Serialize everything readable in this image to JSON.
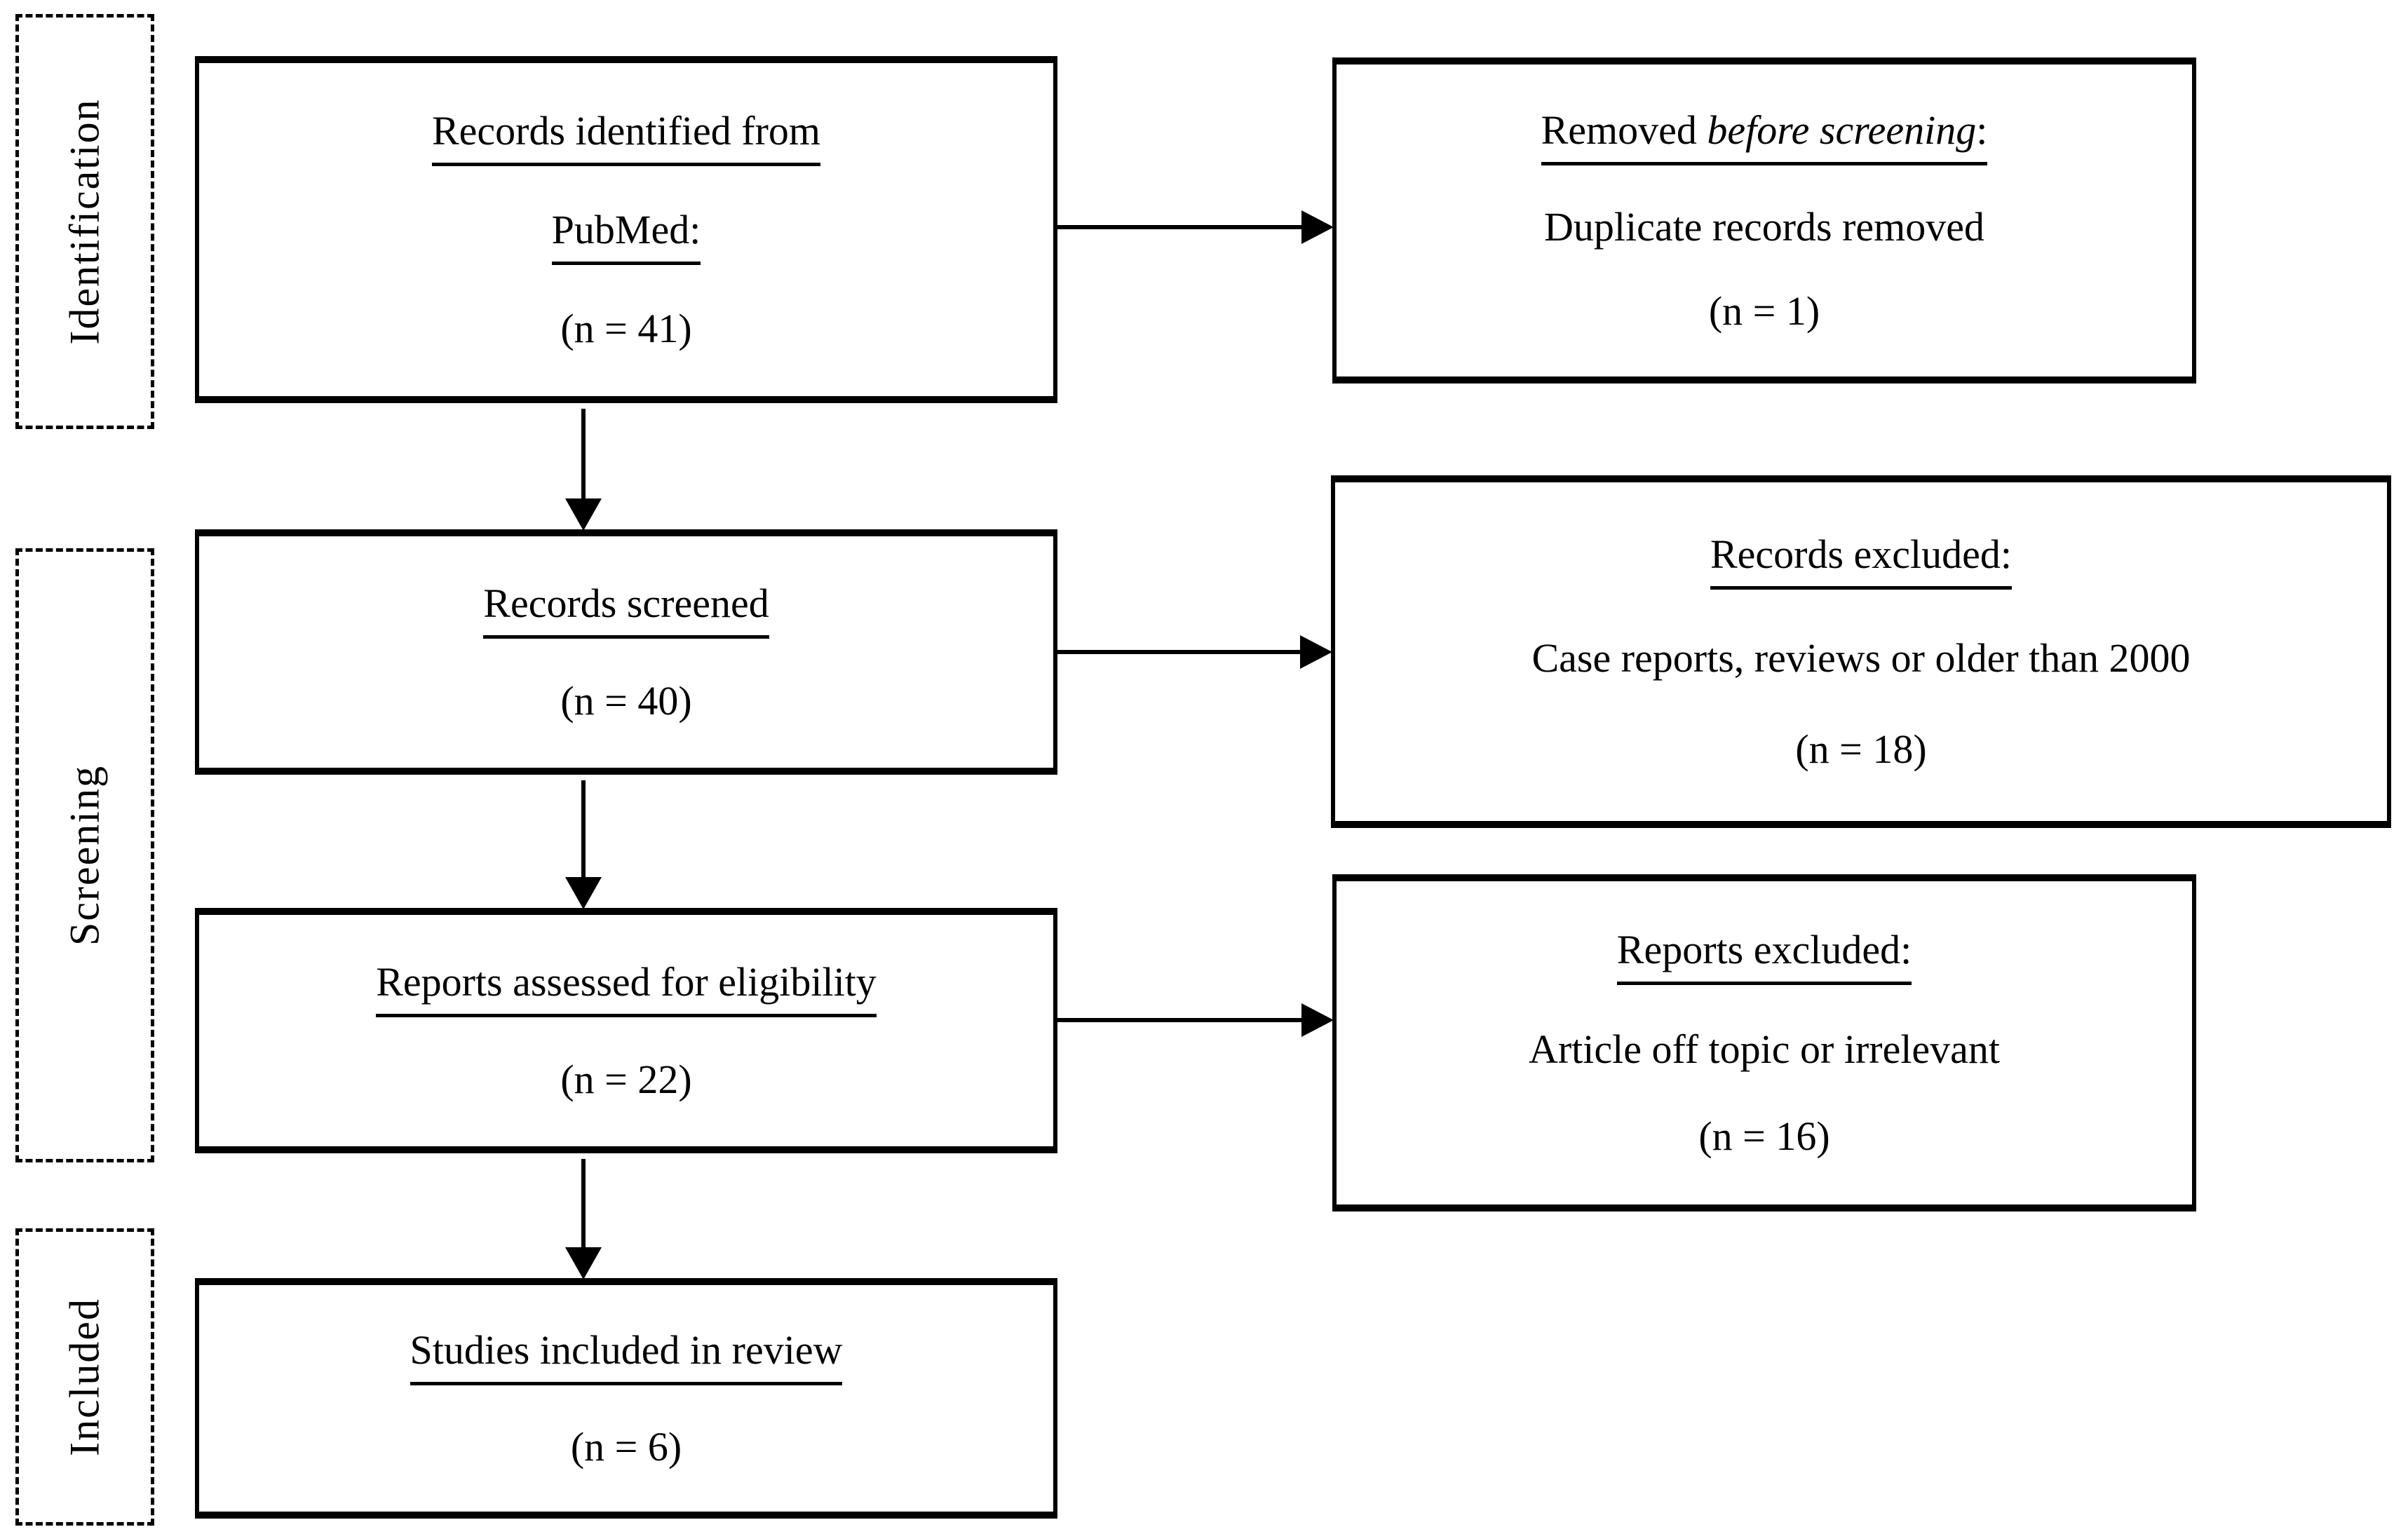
{
  "diagram": {
    "stage_labels": {
      "identification": "Identification",
      "screening": "Screening",
      "included": "Included"
    },
    "boxes": {
      "records_identified": {
        "title_line1": "Records identified from",
        "title_line2": "PubMed:",
        "count": "(n = 41)"
      },
      "removed_before_screening": {
        "title_prefix": "Removed ",
        "title_emphasis": "before screening",
        "title_suffix": ":",
        "reason": "Duplicate records removed",
        "count": "(n = 1)"
      },
      "records_screened": {
        "title": "Records screened",
        "count": "(n = 40)"
      },
      "records_excluded": {
        "title": "Records excluded:",
        "reason": "Case reports, reviews or older than 2000",
        "count": "(n = 18)"
      },
      "reports_assessed": {
        "title": "Reports assessed for eligibility",
        "count": "(n = 22)"
      },
      "reports_excluded": {
        "title": "Reports excluded:",
        "reason": "Article off topic or irrelevant",
        "count": "(n = 16)"
      },
      "studies_included": {
        "title": "Studies included in review",
        "count": "(n = 6)"
      }
    },
    "colors": {
      "ink": "#000000",
      "background": "#ffffff"
    }
  }
}
